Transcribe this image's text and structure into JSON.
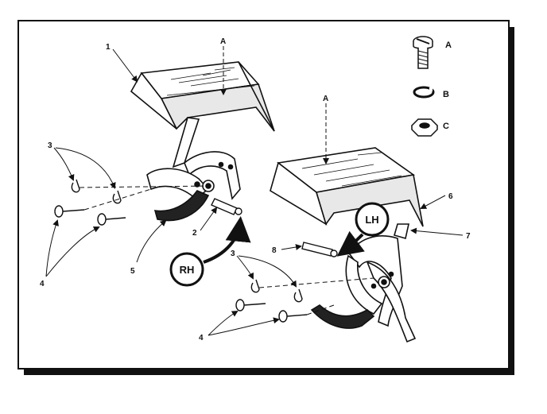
{
  "diagram": {
    "callouts": {
      "c1": "1",
      "c2": "2",
      "c3_left": "3",
      "c3_right": "3",
      "c4_left": "4",
      "c4_right": "4",
      "c5": "5",
      "c6": "6",
      "c7": "7",
      "c8": "8",
      "a_left": "A",
      "a_right": "A"
    },
    "hardware": {
      "screw": "A",
      "lockwasher": "B",
      "nut": "C"
    },
    "side_labels": {
      "right_hand": "RH",
      "left_hand": "LH"
    }
  }
}
